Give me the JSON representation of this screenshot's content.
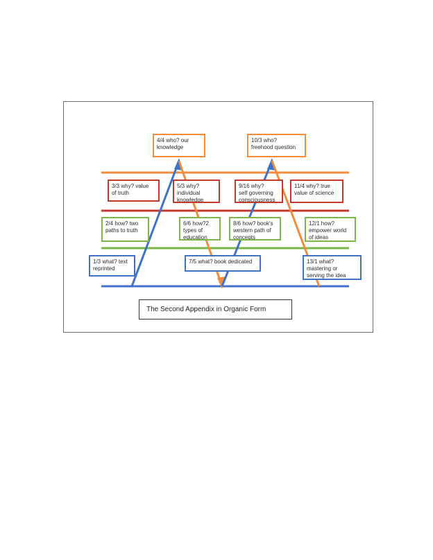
{
  "diagram_title": "The Second Appendix in Organic Form",
  "colors": {
    "orange": "#f28c3a",
    "red": "#c0392b",
    "green": "#7ab648",
    "blue": "#3f72c8"
  },
  "boxes": {
    "b44": "4/4 who? our\nknowledge",
    "b103": "10/3 who?\nfreehood question",
    "b33": "3/3 why? value\nof truth",
    "b53": "5/3 why?\nindividual\nknowledge",
    "b916": "9/16 why?\nself governing\nconsciousness",
    "b114": "11/4 why? true\nvalue of science",
    "b24": "2/4 how? two\npaths to truth",
    "b66": "6/6 how?2\ntypes of\neducation",
    "b86": "8/6 how? book's\nwestern path of\nconcepts",
    "b121": "12/1 how?\nempower world\nof ideas",
    "b13": "1/3 what? text\nreprinted",
    "b75": "7/5 what? book dedicated",
    "b131": "13/1 what?\nmastering or\nserving the idea"
  }
}
